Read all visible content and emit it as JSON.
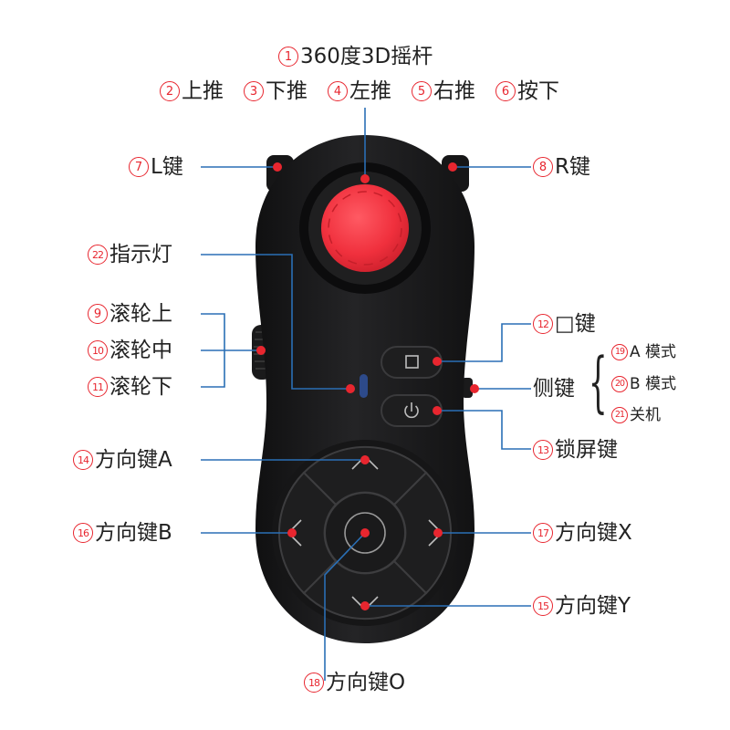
{
  "labels": {
    "joystick": {
      "num": "1",
      "text": "360度3D摇杆"
    },
    "up": {
      "num": "2",
      "text": "上推"
    },
    "down": {
      "num": "3",
      "text": "下推"
    },
    "left": {
      "num": "4",
      "text": "左推"
    },
    "right": {
      "num": "5",
      "text": "右推"
    },
    "press": {
      "num": "6",
      "text": "按下"
    },
    "l_key": {
      "num": "7",
      "text": "L键"
    },
    "r_key": {
      "num": "8",
      "text": "R键"
    },
    "wheel_up": {
      "num": "9",
      "text": "滚轮上"
    },
    "wheel_mid": {
      "num": "10",
      "text": "滚轮中"
    },
    "wheel_down": {
      "num": "11",
      "text": "滚轮下"
    },
    "square_key": {
      "num": "12",
      "text": "□键"
    },
    "lock_key": {
      "num": "13",
      "text": "锁屏键"
    },
    "dir_a": {
      "num": "14",
      "text": "方向键A"
    },
    "dir_y": {
      "num": "15",
      "text": "方向键Y"
    },
    "dir_b": {
      "num": "16",
      "text": "方向键B"
    },
    "dir_x": {
      "num": "17",
      "text": "方向键X"
    },
    "dir_o": {
      "num": "18",
      "text": "方向键O"
    },
    "side_key": {
      "text": "侧键"
    },
    "mode_a": {
      "num": "19",
      "text": "A 模式"
    },
    "mode_b": {
      "num": "20",
      "text": "B 模式"
    },
    "power_off": {
      "num": "21",
      "text": "关机"
    },
    "indicator": {
      "num": "22",
      "text": "指示灯"
    }
  },
  "colors": {
    "accent_red": "#e8262f",
    "leader_blue": "#2a6fb5",
    "body_black": "#1b1b1c",
    "joystick_red": "#f0303d",
    "indicator_blue": "#2d4a8a"
  },
  "icons": {
    "square_button": "square-icon",
    "power_button": "power-icon",
    "arrow_up": "chevron-up-icon",
    "arrow_down": "chevron-down-icon",
    "arrow_left": "chevron-left-icon",
    "arrow_right": "chevron-right-icon"
  }
}
